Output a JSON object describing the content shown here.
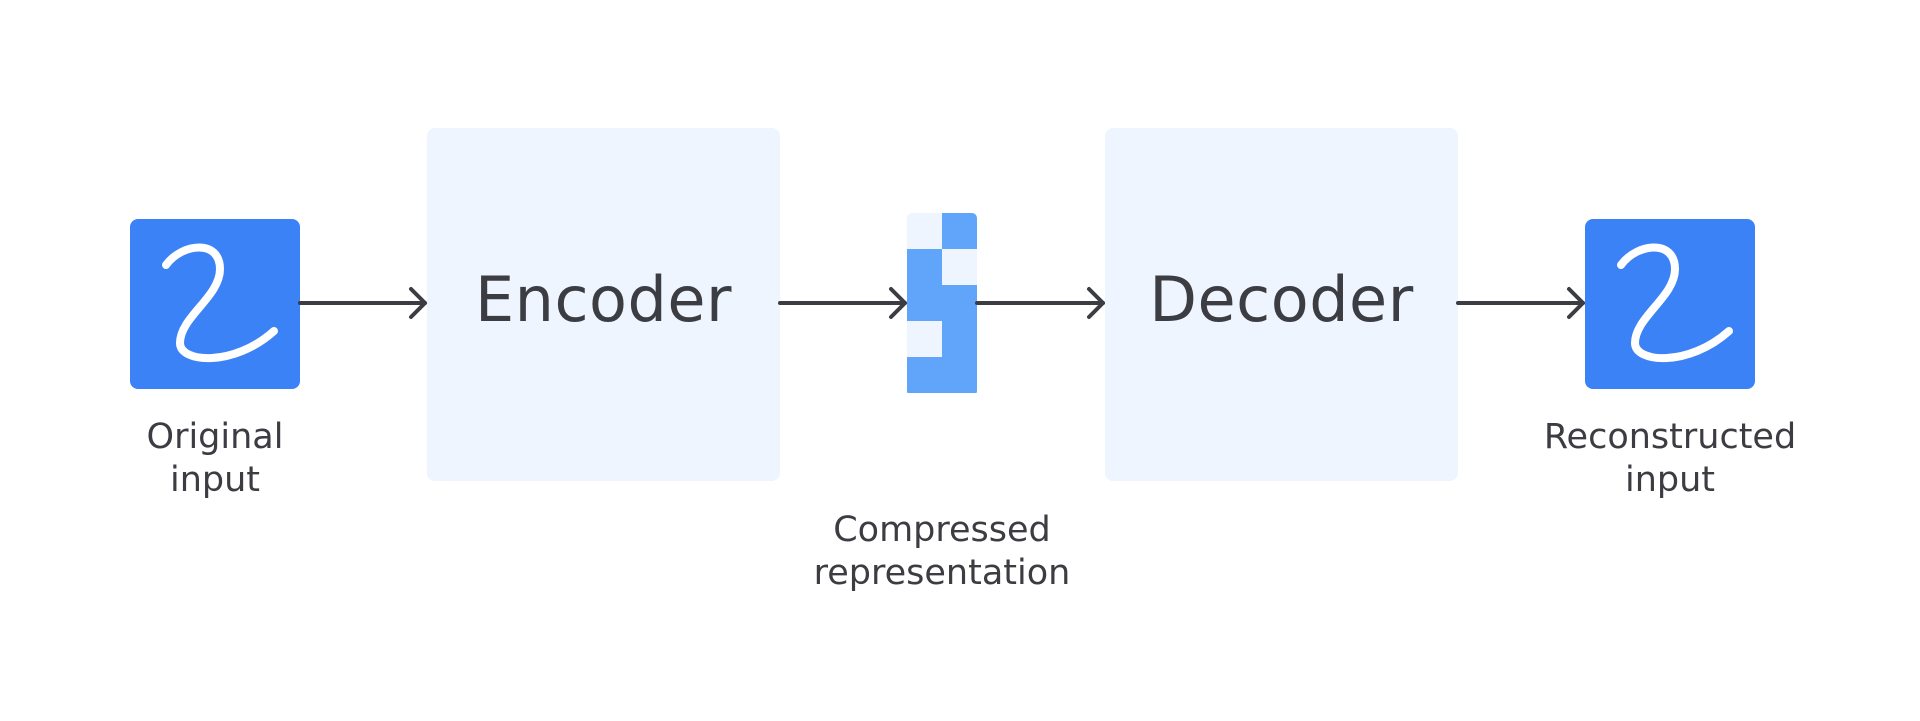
{
  "input": {
    "caption_line1": "Original",
    "caption_line2": "input"
  },
  "encoder": {
    "label": "Encoder"
  },
  "latent": {
    "caption_line1": "Compressed",
    "caption_line2": "representation"
  },
  "decoder": {
    "label": "Decoder"
  },
  "output": {
    "caption_line1": "Reconstructed",
    "caption_line2": "input"
  },
  "colors": {
    "digit_tile": "#3b82f6",
    "block_fill": "#eef5fe",
    "latent_dark": "#60a5fa",
    "latent_light": "#eef5fe",
    "text": "#3c3c43",
    "arrow": "#3c3c43"
  },
  "icons": {
    "input_digit": "handwritten-digit-2-icon",
    "output_digit": "handwritten-digit-2-icon"
  }
}
